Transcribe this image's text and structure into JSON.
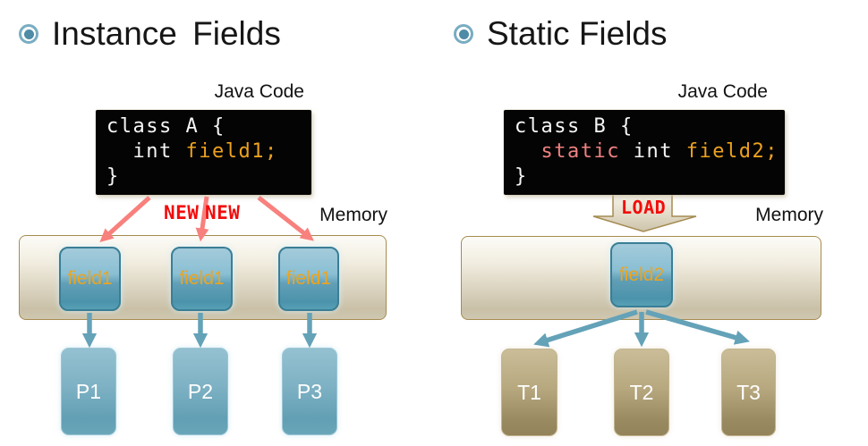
{
  "left": {
    "title": "Instance Fields",
    "code_label": "Java Code",
    "memory_label": "Memory",
    "code": {
      "line1": "class A {",
      "line2_pre": "  int ",
      "line2_field": "field1;",
      "line3": "}"
    },
    "new_labels": [
      "NEW",
      "NEW"
    ],
    "memory_fields": [
      {
        "label": "field1"
      },
      {
        "label": "field1"
      },
      {
        "label": "field1"
      }
    ],
    "processes": [
      {
        "label": "P1"
      },
      {
        "label": "P2"
      },
      {
        "label": "P3"
      }
    ]
  },
  "right": {
    "title": "Static Fields",
    "code_label": "Java Code",
    "memory_label": "Memory",
    "code": {
      "line1": "class B {",
      "line2_pre": "  ",
      "line2_keyword": "static",
      "line2_mid": " int ",
      "line2_field": "field2;",
      "line3": "}"
    },
    "load_label": "LOAD",
    "memory_fields": [
      {
        "label": "field2"
      }
    ],
    "threads": [
      {
        "label": "T1"
      },
      {
        "label": "T2"
      },
      {
        "label": "T3"
      }
    ]
  },
  "colors": {
    "bullet_teal": "#4d8ba6",
    "code_background": "#040404",
    "code_text": "#f5f5f5",
    "code_field_orange": "#eca11e",
    "code_keyword_salmon": "#ef8181",
    "annotation_red": "#f20c0c",
    "arrow_salmon": "#f8807d",
    "arrow_teal": "#64a2b8",
    "memory_bar_border": "#a68c50",
    "field_box_blue": "#4b93ab",
    "thread_box_tan": "#93835a"
  }
}
